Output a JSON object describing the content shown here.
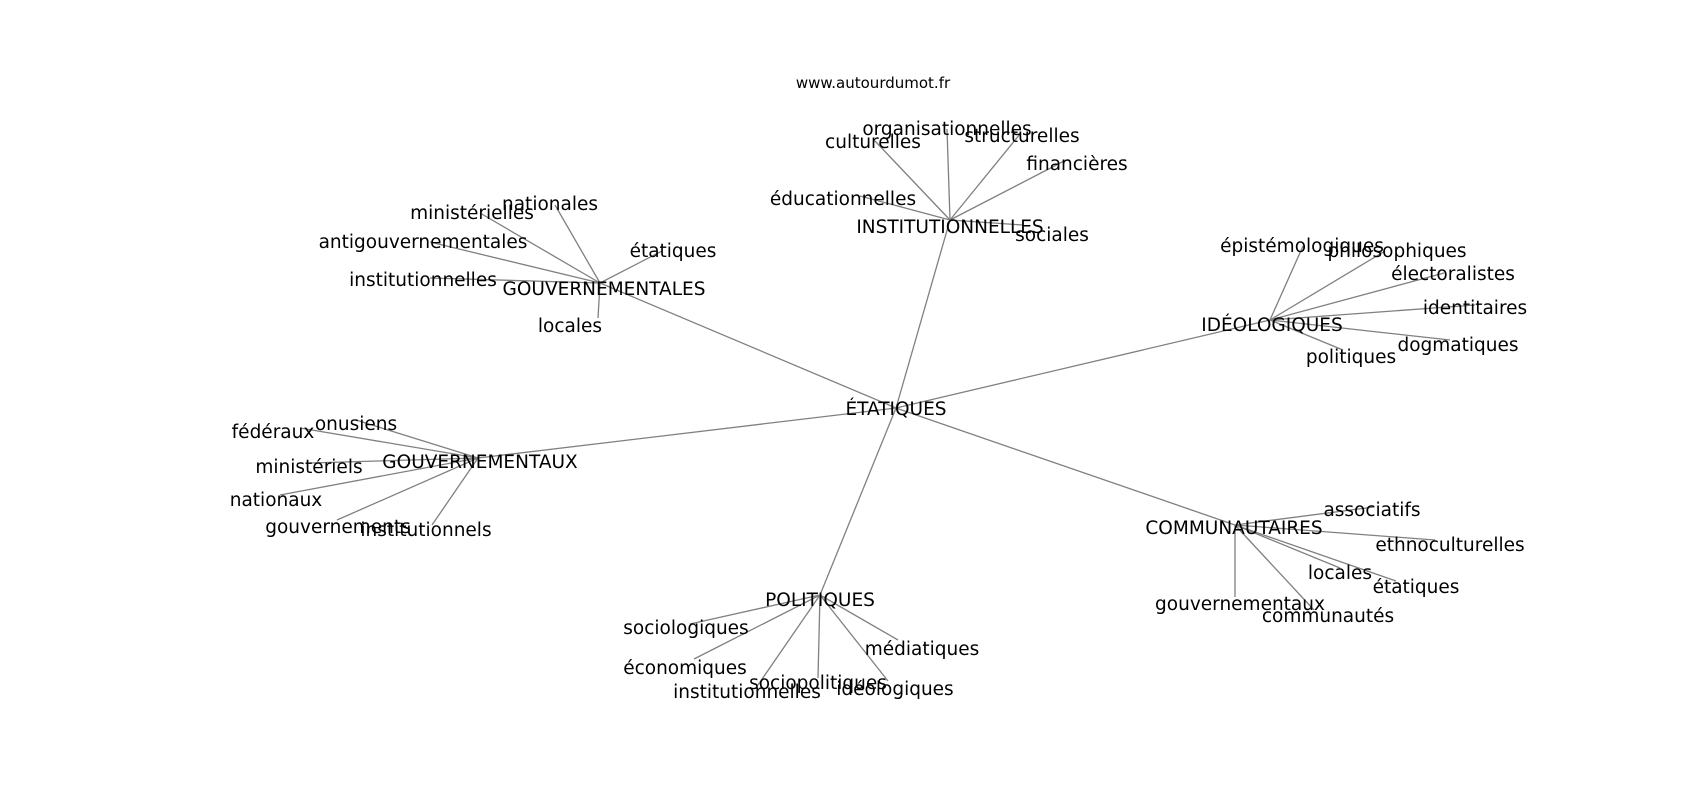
{
  "source_credit": "www.autourdumot.fr",
  "colors": {
    "edge": "#808080",
    "text": "#000000",
    "background": "#ffffff"
  },
  "graph": {
    "center": "ÉTATIQUES",
    "hubs": [
      {
        "id": "institutionnelles",
        "label": "INSTITUTIONNELLES",
        "leaves": [
          "organisationnelles",
          "structurelles",
          "culturelles",
          "financières",
          "éducationnelles",
          "sociales"
        ]
      },
      {
        "id": "gouvernementales",
        "label": "GOUVERNEMENTALES",
        "leaves": [
          "nationales",
          "ministérielles",
          "antigouvernementales",
          "étatiques",
          "institutionnelles",
          "locales"
        ]
      },
      {
        "id": "ideologiques",
        "label": "IDÉOLOGIQUES",
        "leaves": [
          "épistémologiques",
          "philosophiques",
          "électoralistes",
          "identitaires",
          "dogmatiques",
          "politiques"
        ]
      },
      {
        "id": "gouvernementaux",
        "label": "GOUVERNEMENTAUX",
        "leaves": [
          "onusiens",
          "fédéraux",
          "ministériels",
          "nationaux",
          "gouvernements",
          "institutionnels"
        ]
      },
      {
        "id": "communautaires",
        "label": "COMMUNAUTAIRES",
        "leaves": [
          "associatifs",
          "ethnoculturelles",
          "locales",
          "étatiques",
          "gouvernementaux",
          "communautés"
        ]
      },
      {
        "id": "politiques",
        "label": "POLITIQUES",
        "leaves": [
          "sociologiques",
          "médiatiques",
          "économiques",
          "sociopolitiques",
          "idéologiques",
          "institutionnelles"
        ]
      }
    ]
  }
}
